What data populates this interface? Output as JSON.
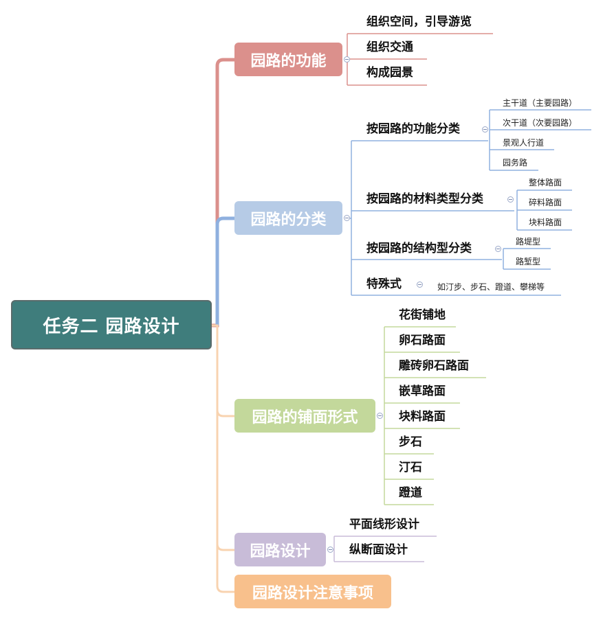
{
  "root": {
    "label": "任务二  园路设计",
    "color": "#3f7d7c"
  },
  "branches": [
    {
      "label": "园路的功能",
      "color": "#db908c",
      "children": [
        {
          "label": "组织空间，引导游览"
        },
        {
          "label": "组织交通"
        },
        {
          "label": "构成园景"
        }
      ]
    },
    {
      "label": "园路的分类",
      "color": "#b6cbe6",
      "line_color": "#8fb0df",
      "children": [
        {
          "label": "按园路的功能分类",
          "children": [
            "主干道（主要园路）",
            "次干道（次要园路）",
            "景观人行道",
            "园务路"
          ]
        },
        {
          "label": "按园路的材料类型分类",
          "children": [
            "整体路面",
            "碎料路面",
            "块料路面"
          ]
        },
        {
          "label": "按园路的结构型分类",
          "children": [
            "路堤型",
            "路堑型"
          ]
        },
        {
          "label": "特殊式",
          "children": [
            "如汀步、步石、蹬道、攀梯等"
          ]
        }
      ]
    },
    {
      "label": "园路的铺面形式",
      "color": "#c3d89b",
      "line_color": "#f8d3b0",
      "children": [
        {
          "label": "花街铺地"
        },
        {
          "label": "卵石路面"
        },
        {
          "label": "雕砖卵石路面"
        },
        {
          "label": "嵌草路面"
        },
        {
          "label": "块料路面"
        },
        {
          "label": "步石"
        },
        {
          "label": "汀石"
        },
        {
          "label": "蹬道"
        }
      ]
    },
    {
      "label": "园路设计",
      "color": "#c8bcd8",
      "children": [
        {
          "label": "平面线形设计"
        },
        {
          "label": "纵断面设计"
        }
      ]
    },
    {
      "label": "园路设计注意事项",
      "color": "#f8c08c",
      "children": []
    }
  ]
}
